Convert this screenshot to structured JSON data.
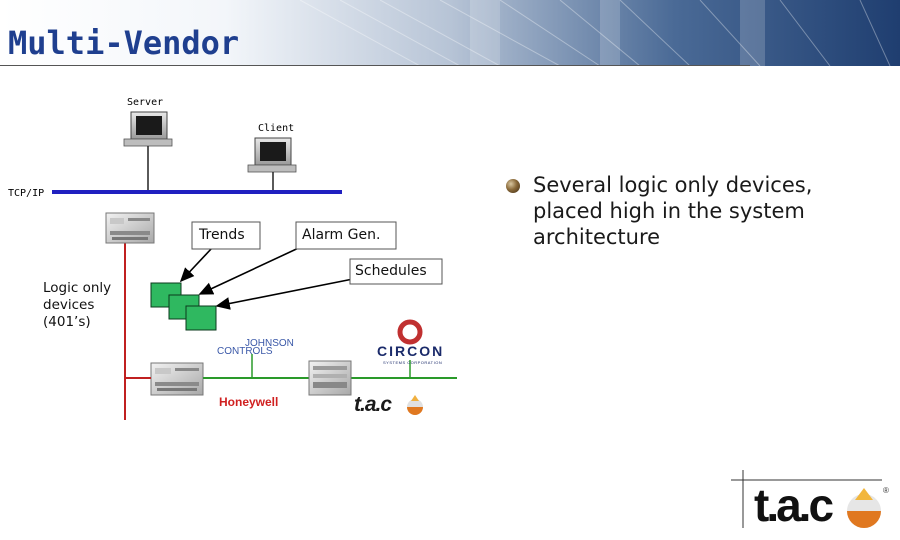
{
  "slide": {
    "title": "Multi-Vendor"
  },
  "diagram": {
    "labels": {
      "server": "Server",
      "client": "Client",
      "tcpip": "TCP/IP",
      "trends": "Trends",
      "alarm_gen": "Alarm Gen.",
      "schedules": "Schedules",
      "logic_only_line1": "Logic only",
      "logic_only_line2": "devices",
      "logic_only_line3": "(401’s)"
    },
    "vendors": {
      "johnson_line1": "JOHNSON",
      "johnson_line2": "CONTROLS",
      "circon": "CIRCON",
      "circon_sub": "SYSTEMS CORPORATION",
      "honeywell": "Honeywell",
      "tac": "t.a.c"
    }
  },
  "bullet": {
    "text": "Several logic only devices, placed high in the system architecture"
  },
  "footer": {
    "logo": "t.a.c",
    "registered": "®"
  },
  "colors": {
    "title": "#1f3f8f",
    "tcpip_bus": "#2020c0",
    "vertical_bus": "#c02020",
    "field_bus": "#2a9a2a",
    "logic_device": "#2fb860"
  }
}
